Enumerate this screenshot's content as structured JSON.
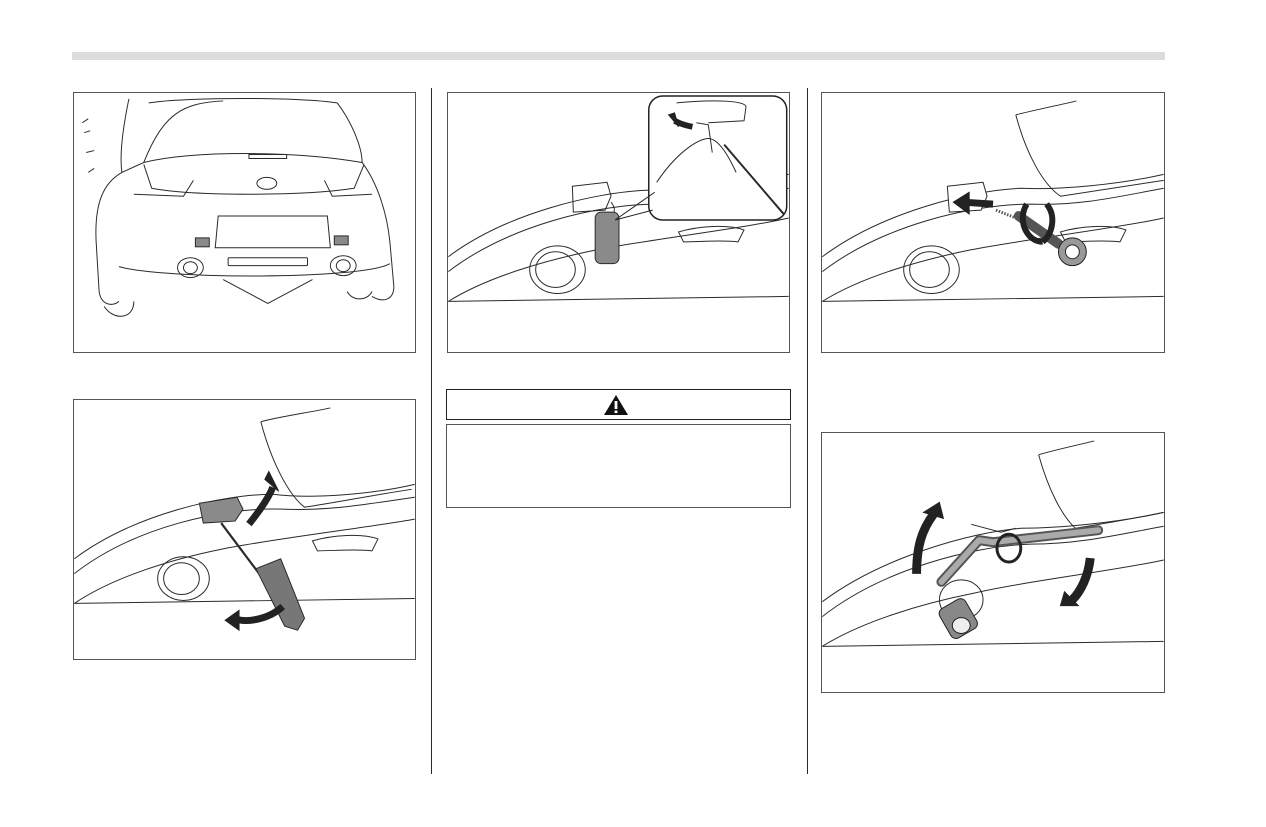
{
  "page": {
    "figures": [
      {
        "id": "fig-rear-view",
        "icon": "car-rear-illustration"
      },
      {
        "id": "fig-pry-cover",
        "icon": "screwdriver-pry-illustration"
      },
      {
        "id": "fig-cover-removed",
        "icon": "cover-hanging-illustration"
      },
      {
        "id": "fig-install-hook",
        "icon": "tow-hook-install-illustration"
      },
      {
        "id": "fig-tighten-hook",
        "icon": "lug-wrench-tighten-illustration"
      }
    ],
    "warning": {
      "icon": "warning-triangle-icon",
      "title": "",
      "text": ""
    },
    "colors": {
      "rule": "#dcdcdc",
      "line": "#2a2a2a",
      "part_gray": "#8a8a8a",
      "arrow": "#222222"
    }
  }
}
